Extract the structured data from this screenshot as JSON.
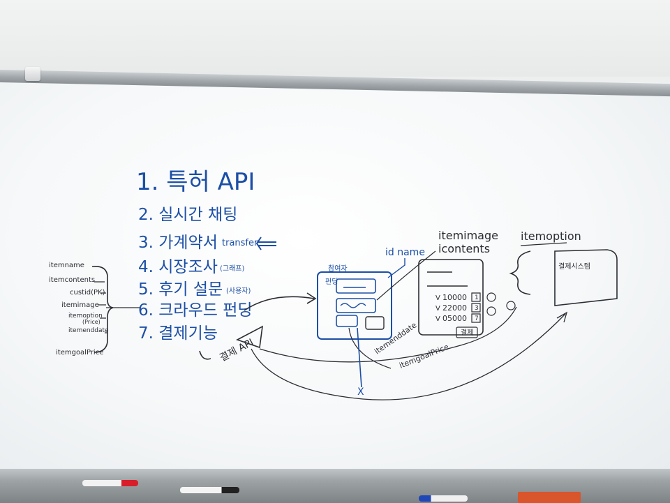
{
  "list": {
    "item1": "1. 특허 API",
    "item2": "2. 실시간 채팅",
    "item3_text": "3. 가계약서",
    "item3_note": "transfer",
    "item4_text": "4. 시장조사",
    "item4_note": "(그래프)",
    "item5_text": "5. 후기 설문",
    "item5_note": "(사용자)",
    "item6": "6. 크라우드 펀딩",
    "item7": "7. 결제기능"
  },
  "fields": [
    "itemname",
    "itemcontents",
    "custid(PK)",
    "itemimage",
    "itemoption",
    "(Price)",
    "itemenddate",
    "itemgoalPrice"
  ],
  "diagram": {
    "participants_label": "참여자",
    "funding_label": "펀딩",
    "idname_label": "id name",
    "itemimage_label": "itemimage",
    "icontents_label": "icontents",
    "itemoption_label": "itemoption",
    "itemenddate_label": "itemenddate",
    "itemgoalprice_label": "itemgoalPrice",
    "payment_api_label": "결제 API",
    "payment_box_label": "결제시스템",
    "price1": "10000",
    "price2": "22000",
    "price3": "05000",
    "count1": "1",
    "count2": "3",
    "count3": "7",
    "pay_button": "결제",
    "cross_mark": "X",
    "tick_mark": "V"
  }
}
